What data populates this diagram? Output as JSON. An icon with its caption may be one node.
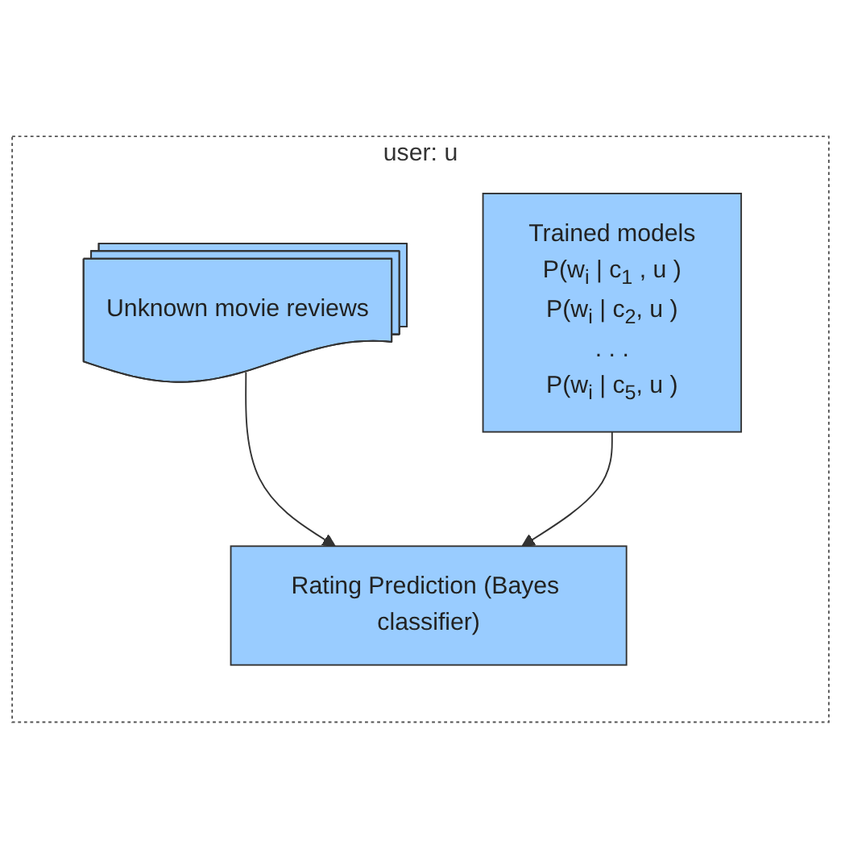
{
  "diagram": {
    "nodes": [
      {
        "text": [
          "user: u"
        ]
      },
      {
        "text": [
          "Unknown movie reviews"
        ],
        "in": 0
      },
      {
        "text": [
          "Trained models",
          "P(w$_{i}$ | c$_{1}$ , u )",
          "P(w$_{i}$ | c$_{2}$, u )",
          ". . .",
          "P(w$_{i}$ | c$_{5}$, u )"
        ],
        "in": 0
      },
      {
        "text": [
          "Rating Prediction (Bayes classifier)"
        ],
        "in": 0
      }
    ],
    "edges": [
      {
        "from": 1,
        "to": 3,
        "arrow": "to"
      },
      {
        "from": 2,
        "to": 3,
        "arrow": "to"
      }
    ]
  }
}
